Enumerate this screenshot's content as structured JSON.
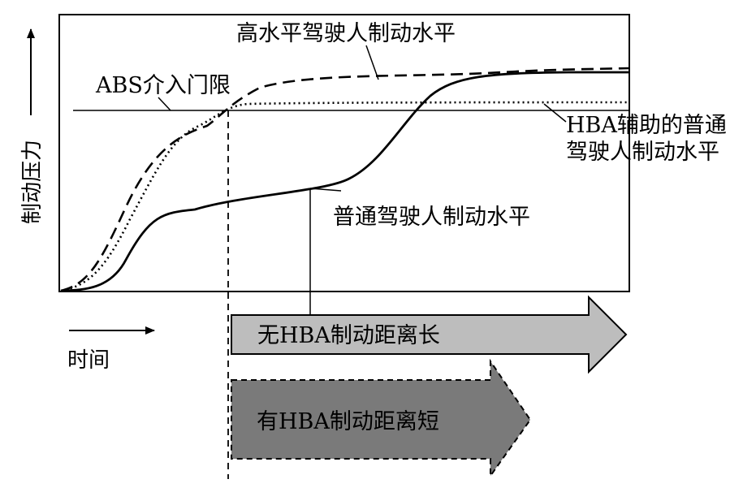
{
  "axes": {
    "y_label": "制动压力",
    "x_label": "时间"
  },
  "curves": {
    "high_level": "高水平驾驶人制动水平",
    "hba_assisted_line1": "HBA辅助的普通",
    "hba_assisted_line2": "驾驶人制动水平",
    "normal": "普通驾驶人制动水平"
  },
  "threshold": {
    "label": "ABS介入门限"
  },
  "arrows": {
    "without_hba": "无HBA制动距离长",
    "with_hba": "有HBA制动距离短"
  },
  "colors": {
    "arrow_without_fill": "#bdbdbd",
    "arrow_with_fill": "#7a7a7a",
    "line": "#000000"
  }
}
